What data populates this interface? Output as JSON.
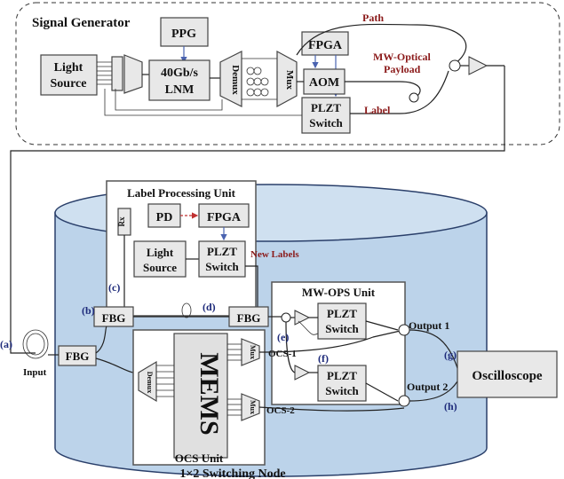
{
  "signal_generator": {
    "title": "Signal Generator",
    "ppg": "PPG",
    "light_source_1": "Light",
    "light_source_2": "Source",
    "lnm_1": "40Gb/s",
    "lnm_2": "LNM",
    "demux": "Demux",
    "mux": "Mux",
    "fpga": "FPGA",
    "aom": "AOM",
    "plzt_1": "PLZT",
    "plzt_2": "Switch",
    "path": "Path",
    "payload_1": "MW-Optical",
    "payload_2": "Payload",
    "label": "Label"
  },
  "label_processing": {
    "title": "Label Processing Unit",
    "pd": "PD",
    "fpga": "FPGA",
    "light_1": "Light",
    "light_2": "Source",
    "plzt_1": "PLZT",
    "plzt_2": "Switch",
    "new_labels": "New Labels",
    "rx": "Rx"
  },
  "node": {
    "title": "1×2 Switching Node",
    "input": "Input",
    "fbg": "FBG",
    "mems": "MEMS",
    "ocs_unit": "OCS Unit",
    "demux": "Demux",
    "mux": "Mux",
    "ocs1": "OCS-1",
    "ocs2": "OCS-2"
  },
  "mwops": {
    "title": "MW-OPS Unit",
    "plzt_1": "PLZT",
    "plzt_2": "Switch"
  },
  "outputs": {
    "output1": "Output 1",
    "output2": "Output 2",
    "oscilloscope": "Oscilloscope"
  },
  "markers": {
    "a": "(a)",
    "b": "(b)",
    "c": "(c)",
    "d": "(d)",
    "e": "(e)",
    "f": "(f)",
    "g": "(g)",
    "h": "(h)"
  },
  "colors": {
    "cylinder_fill": "#bcd3ea",
    "cylinder_top": "#cfe0f0",
    "box_fill": "#e8e8e8",
    "label_red": "#8b1a1a",
    "marker_blue": "#1d2a7a"
  }
}
